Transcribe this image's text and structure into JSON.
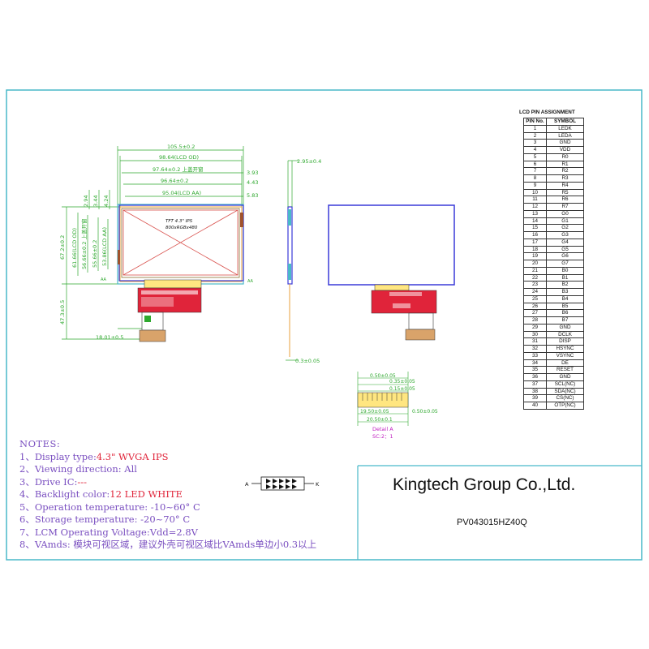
{
  "pin_table": {
    "title": "LCD PIN ASSIGNMENT",
    "header": [
      "PIN No.",
      "SYMBOL"
    ],
    "rows": [
      [
        "1",
        "LEDK"
      ],
      [
        "2",
        "LEDA"
      ],
      [
        "3",
        "GND"
      ],
      [
        "4",
        "VDD"
      ],
      [
        "5",
        "R0"
      ],
      [
        "6",
        "R1"
      ],
      [
        "7",
        "R2"
      ],
      [
        "8",
        "R3"
      ],
      [
        "9",
        "R4"
      ],
      [
        "10",
        "R5"
      ],
      [
        "11",
        "R6"
      ],
      [
        "12",
        "R7"
      ],
      [
        "13",
        "G0"
      ],
      [
        "14",
        "G1"
      ],
      [
        "15",
        "G2"
      ],
      [
        "16",
        "G3"
      ],
      [
        "17",
        "G4"
      ],
      [
        "18",
        "G5"
      ],
      [
        "19",
        "G6"
      ],
      [
        "20",
        "G7"
      ],
      [
        "21",
        "B0"
      ],
      [
        "22",
        "B1"
      ],
      [
        "23",
        "B2"
      ],
      [
        "24",
        "B3"
      ],
      [
        "25",
        "B4"
      ],
      [
        "26",
        "B5"
      ],
      [
        "27",
        "B6"
      ],
      [
        "28",
        "B7"
      ],
      [
        "29",
        "GND"
      ],
      [
        "30",
        "DCLK"
      ],
      [
        "31",
        "DISP"
      ],
      [
        "32",
        "HSYNC"
      ],
      [
        "33",
        "VSYNC"
      ],
      [
        "34",
        "DE"
      ],
      [
        "35",
        "RESET"
      ],
      [
        "36",
        "GND"
      ],
      [
        "37",
        "SCL(NC)"
      ],
      [
        "38",
        "SDA(NC)"
      ],
      [
        "39",
        "CS(NC)"
      ],
      [
        "40",
        "OTP(NC)"
      ]
    ]
  },
  "front_view": {
    "dims_top": [
      "105.5±0.2",
      "98.64(LCD OD)",
      "97.64±0.2 上盖开窗",
      "96.64±0.2",
      "95.04(LCD AA)"
    ],
    "dims_right": [
      "3.93",
      "4.43",
      "5.83"
    ],
    "dims_left_small": [
      "2.94",
      "3.44",
      "4.24"
    ],
    "dims_vertical": [
      "67.2±0.2",
      "61.66(LCD OD)",
      "56.66±0.2 上盖开窗",
      "55.66±0.2",
      "53.86(LCD AA)"
    ],
    "dim_total_height": "47.3±0.5",
    "dim_fpc_width": "18.01±0.5",
    "aa_label": "AA",
    "glass_text": [
      "TFT 4.3\" IPS",
      "800xRGBx480"
    ]
  },
  "side_view": {
    "dim_thickness": "2.95±0.4",
    "dim_fpc": "0.3±0.05"
  },
  "detail": {
    "dims": [
      "0.50±0.05",
      "0.35±0.05",
      "0.15±0.05",
      "19.50±0.05",
      "0.50±0.05",
      "20.50±0.1"
    ],
    "label": "Detail A",
    "scale": "SC:2：1"
  },
  "led_diagram": {
    "anode": "A",
    "cathode": "K"
  },
  "notes": {
    "title": "NOTES:",
    "items": [
      {
        "prefix": "1、Display type:",
        "value": "4.3\" WVGA IPS"
      },
      {
        "prefix": "2、Viewing direction: All",
        "value": ""
      },
      {
        "prefix": "3、Drive IC:",
        "value": "---"
      },
      {
        "prefix": "4、Backlight color:",
        "value": "12 LED WHITE"
      },
      {
        "prefix": "5、Operation temperature: -10~60° C",
        "value": ""
      },
      {
        "prefix": "6、Storage temperature: -20~70° C",
        "value": ""
      },
      {
        "prefix": "7、LCM Operating Voltage:Vdd=2.8V",
        "value": ""
      },
      {
        "prefix": "8、VAmds: 模块可视区域，建议外壳可视区域比VAmds单边小0.3以上",
        "value": ""
      }
    ]
  },
  "title_block": {
    "company": "Kingtech Group Co.,Ltd.",
    "model": "PV043015HZ40Q"
  },
  "colors": {
    "frame": "#49b9c9",
    "glass": "#3a3ad8",
    "dim": "#2ea82e",
    "fpc": "#e0243a",
    "aa_cross": "#d9534f",
    "notes": "#7a4fc0"
  }
}
